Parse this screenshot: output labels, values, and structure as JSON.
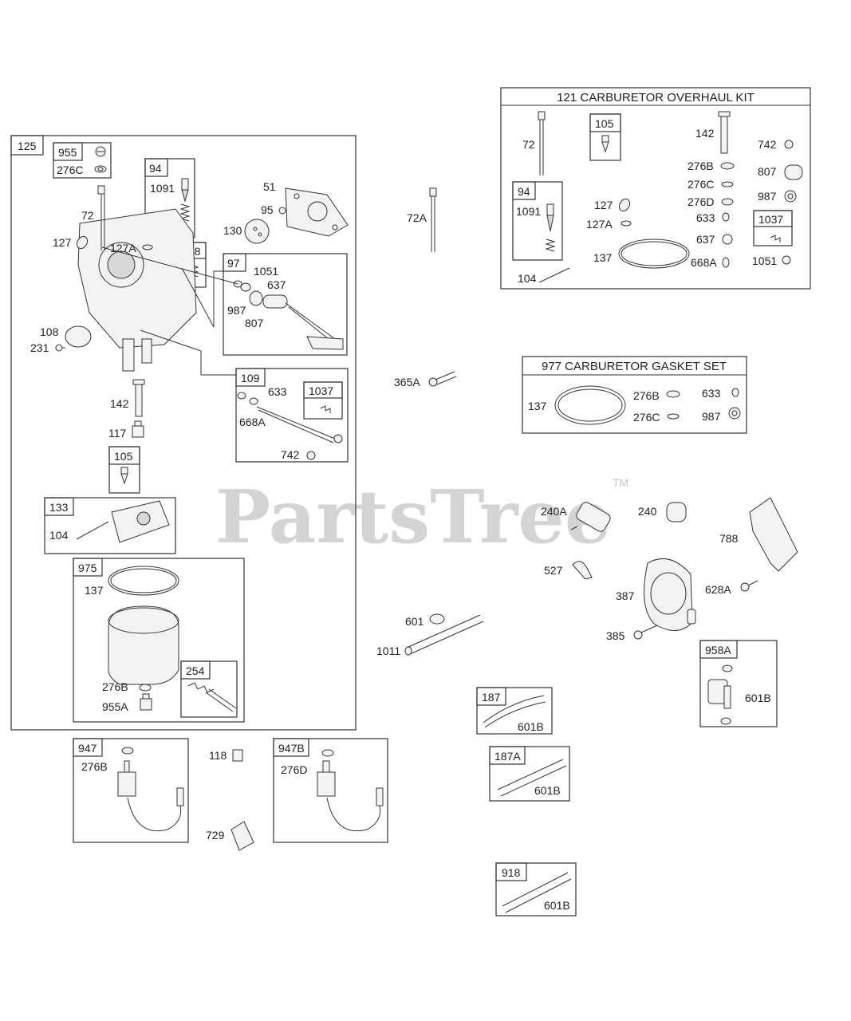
{
  "watermark": {
    "text": "PartsTree",
    "trademark": "TM"
  },
  "kits": {
    "overhaul_title": "121 CARBURETOR OVERHAUL KIT",
    "gasket_title": "977 CARBURETOR GASKET SET"
  },
  "boxes": {
    "b125": "125",
    "b955": "955",
    "b94": "94",
    "b98": "98",
    "b97": "97",
    "b109": "109",
    "b1037": "1037",
    "b105": "105",
    "b133": "133",
    "b975": "975",
    "b254": "254",
    "b947": "947",
    "b947B": "947B",
    "b187": "187",
    "b187A": "187A",
    "b918": "918",
    "b958A": "958A",
    "k105": "105",
    "k94": "94",
    "k1037": "1037"
  },
  "labels": {
    "l276C": "276C",
    "l1091": "1091",
    "l51": "51",
    "l95": "95",
    "l72": "72",
    "l127": "127",
    "l127A": "127A",
    "l130": "130",
    "l1051": "1051",
    "l637": "637",
    "l987": "987",
    "l807": "807",
    "l108": "108",
    "l231": "231",
    "l142": "142",
    "l117": "117",
    "l633": "633",
    "l668A": "668A",
    "l742": "742",
    "l104": "104",
    "l137": "137",
    "l276B": "276B",
    "l955A": "955A",
    "l947_276B": "276B",
    "l118": "118",
    "l729": "729",
    "l947B_276D": "276D",
    "l72A": "72A",
    "l365A": "365A",
    "l240A": "240A",
    "l240": "240",
    "l788": "788",
    "l527": "527",
    "l387": "387",
    "l628A": "628A",
    "l385": "385",
    "l601": "601",
    "l1011": "1011",
    "l187_601B": "601B",
    "l187A_601B": "601B",
    "l918_601B": "601B",
    "l958A_601B": "601B",
    "k72": "72",
    "k1091": "1091",
    "k104": "104",
    "k127": "127",
    "k127A": "127A",
    "k137": "137",
    "k142": "142",
    "k276B": "276B",
    "k276C": "276C",
    "k276D": "276D",
    "k633": "633",
    "k637": "637",
    "k668A": "668A",
    "k742": "742",
    "k807": "807",
    "k987": "987",
    "k1051": "1051",
    "g137": "137",
    "g276B": "276B",
    "g276C": "276C",
    "g633": "633",
    "g987": "987"
  }
}
